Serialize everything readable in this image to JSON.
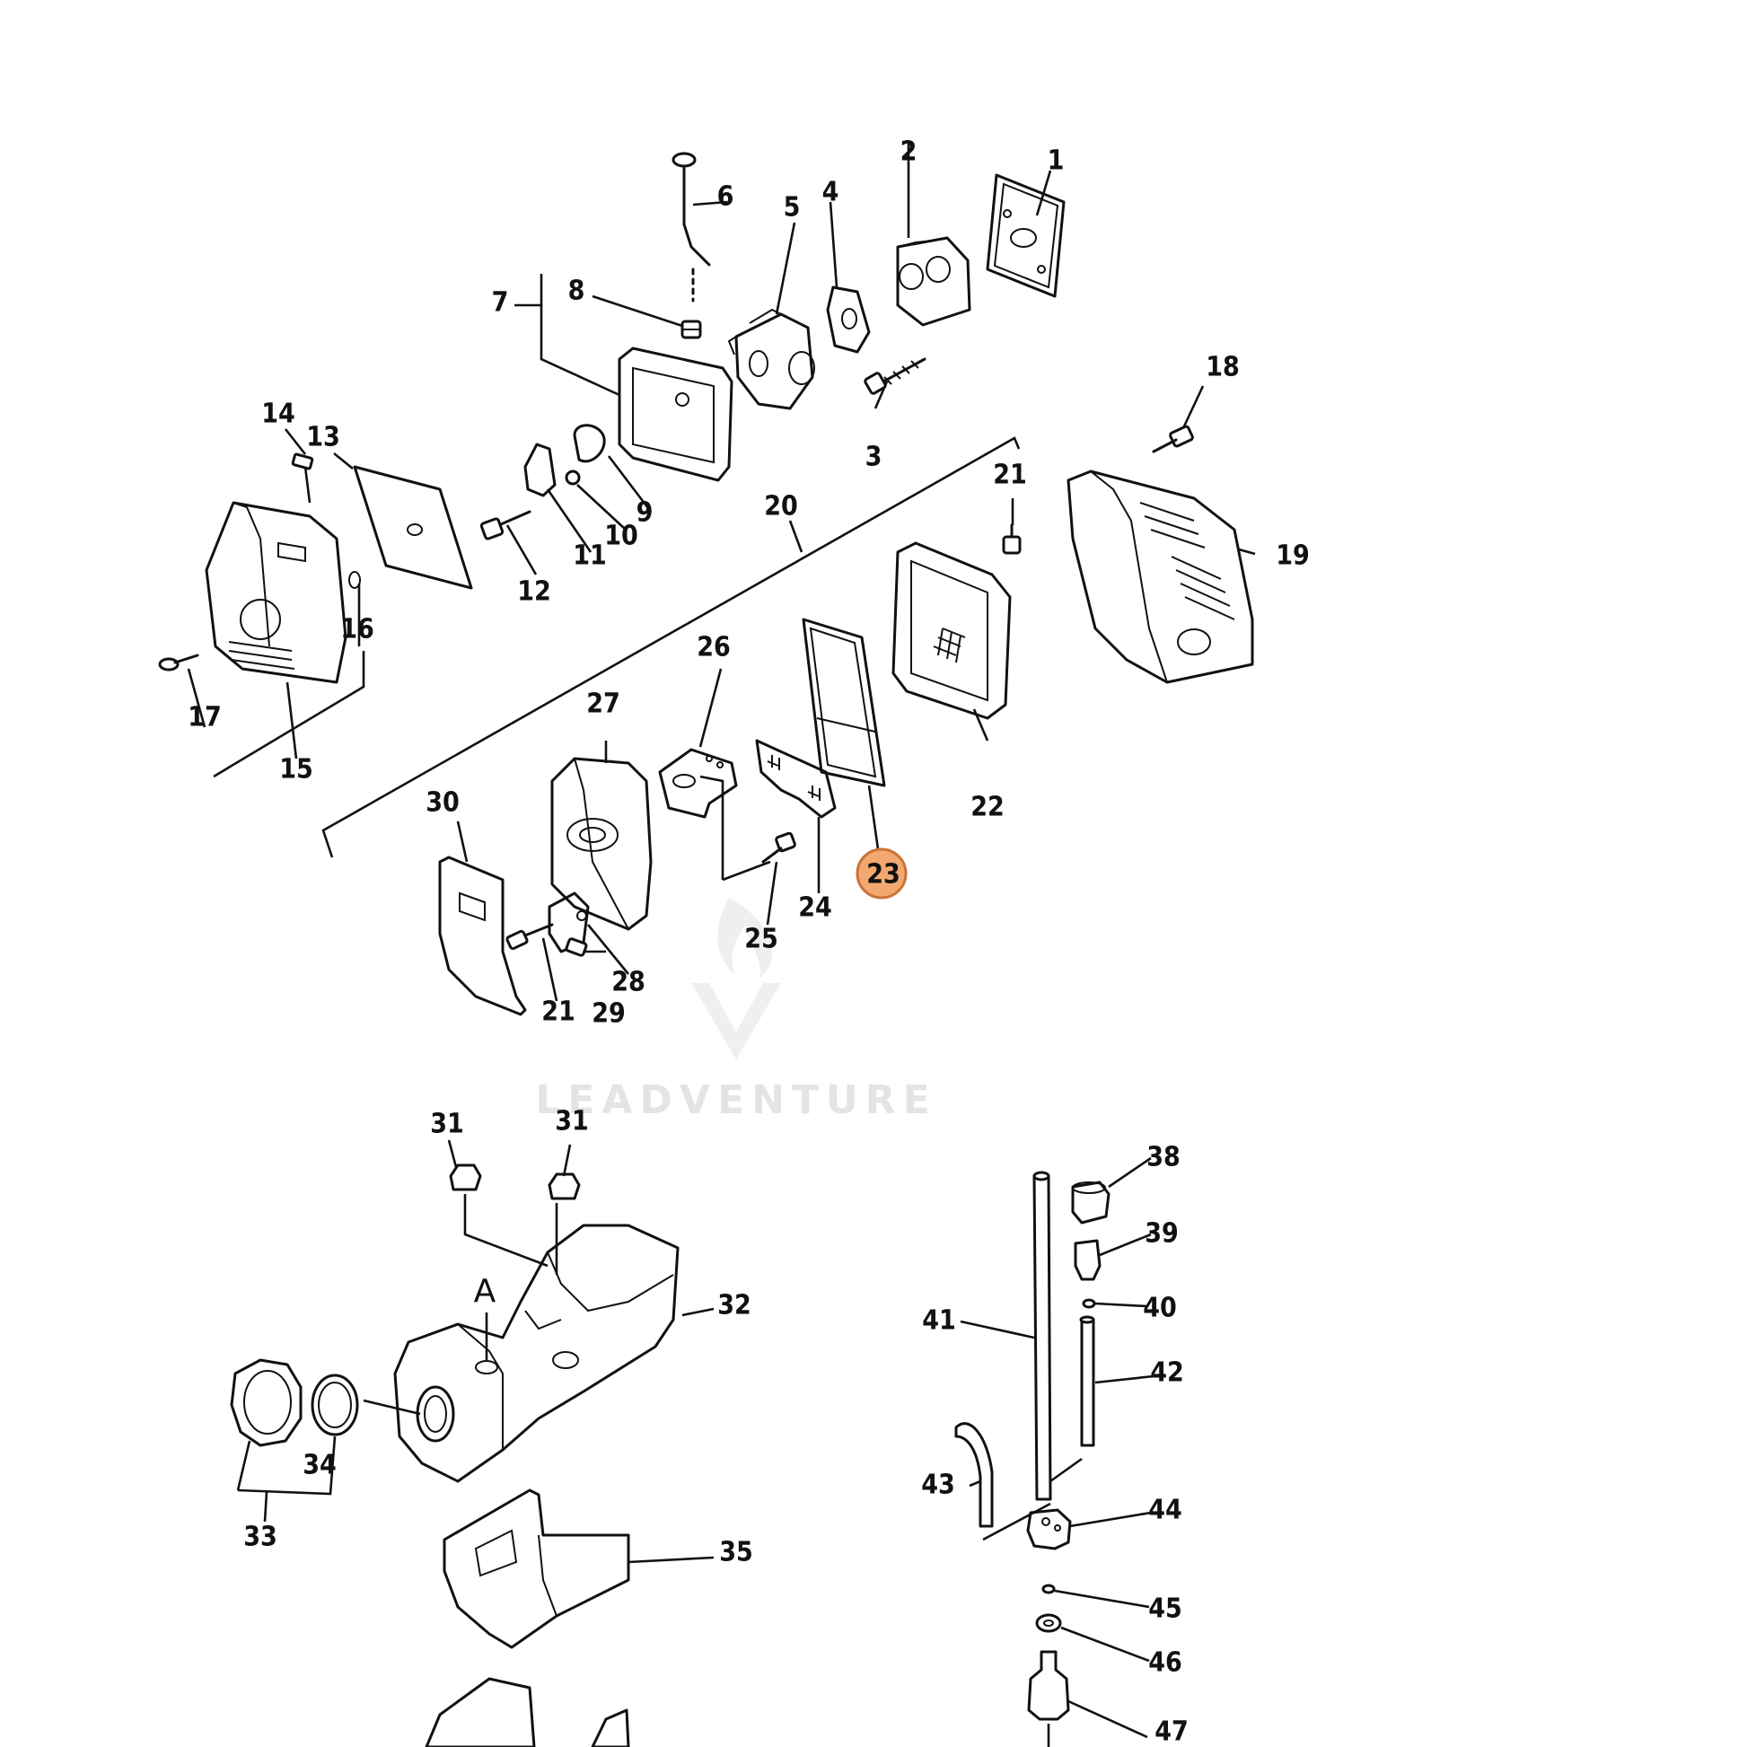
{
  "diagram": {
    "labels": [
      "1",
      "2",
      "3",
      "4",
      "5",
      "6",
      "7",
      "8",
      "9",
      "10",
      "11",
      "12",
      "13",
      "14",
      "15",
      "16",
      "17",
      "18",
      "19",
      "20",
      "21",
      "22",
      "23",
      "24",
      "25",
      "26",
      "27",
      "28",
      "29",
      "30",
      "21",
      "31",
      "31",
      "32",
      "33",
      "34",
      "35",
      "38",
      "39",
      "40",
      "41",
      "42",
      "43",
      "44",
      "45",
      "46",
      "47",
      "A"
    ],
    "highlighted_part": "23",
    "highlight_color": "#f2a86f",
    "highlight_stroke": "#c8733a",
    "watermark": "LEADVENTURE"
  }
}
